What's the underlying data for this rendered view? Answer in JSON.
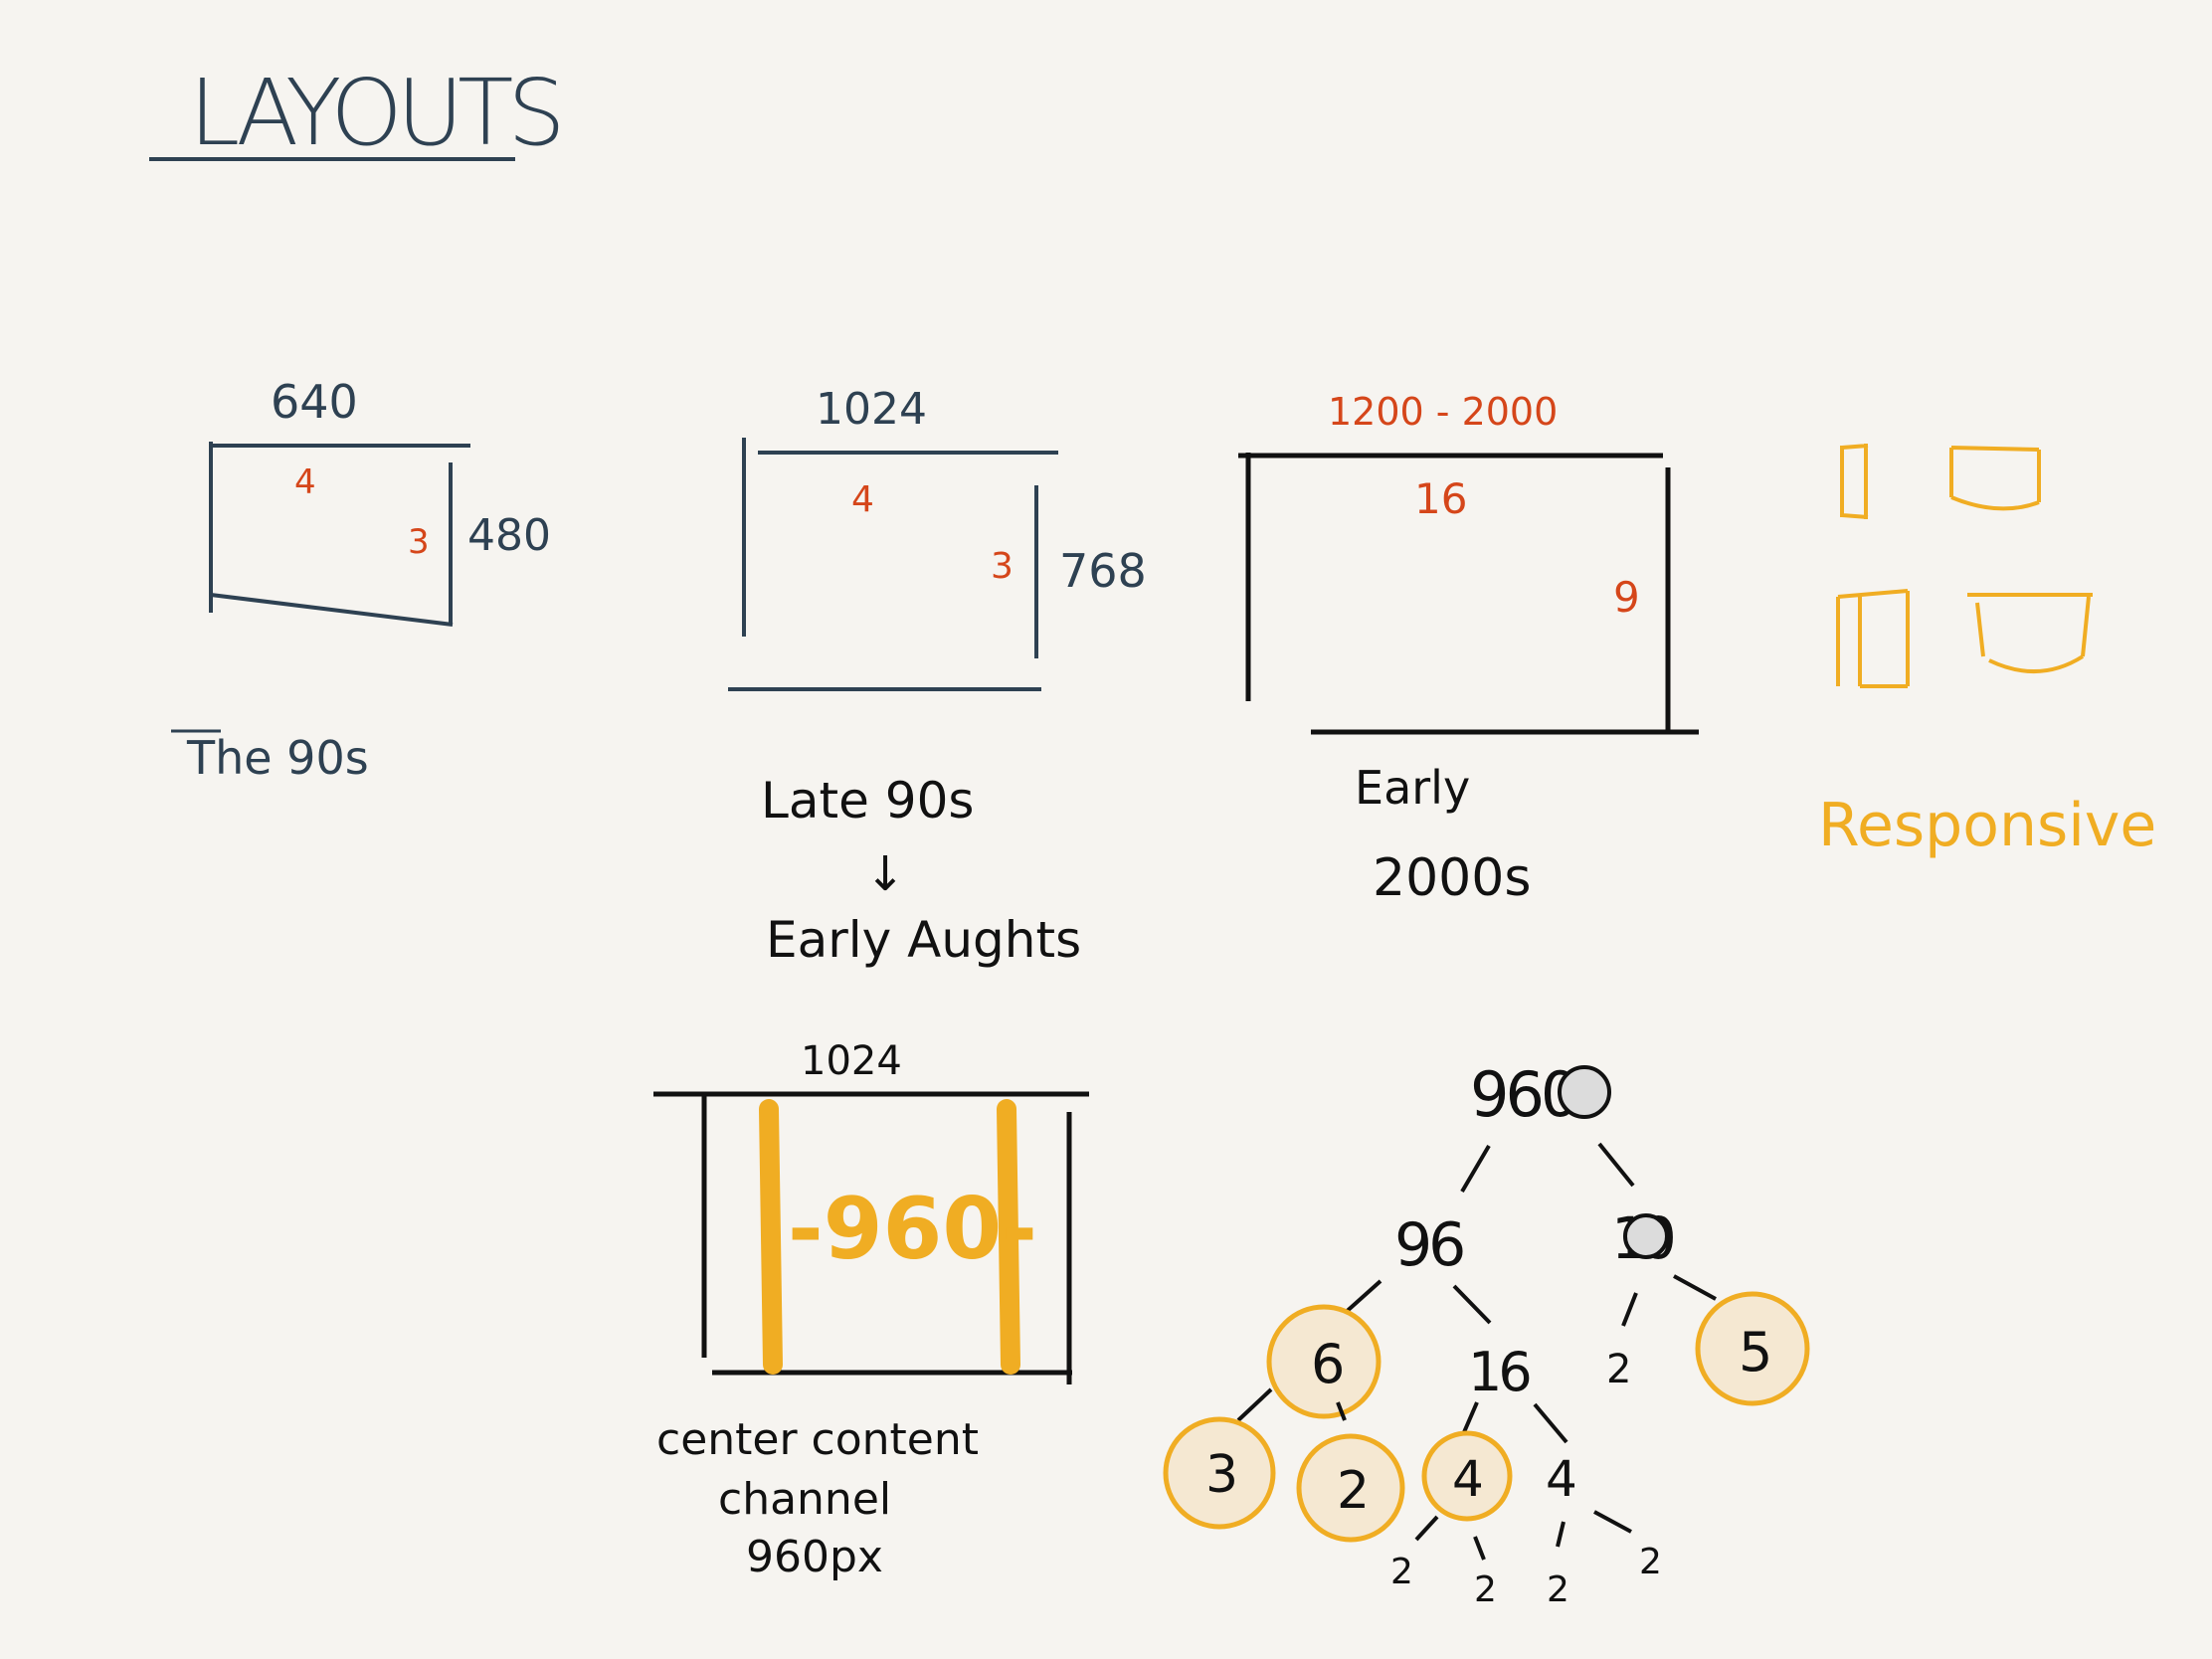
{
  "title": "LAYOUTS",
  "colors": {
    "ink": "#2e4152",
    "red": "#d5461a",
    "black": "#111111",
    "orange": "#f0ad23",
    "node_fill": "#f5e8d2",
    "grey_node": "#dcdcdc"
  },
  "layout_90s": {
    "width": "640",
    "height": "480",
    "ratio_w": "4",
    "ratio_h": "3",
    "caption": "The 90s"
  },
  "layout_late90s": {
    "width": "1024",
    "height": "768",
    "ratio_w": "4",
    "ratio_h": "3",
    "caption_line1": "Late 90s",
    "arrow": "↓",
    "caption_line2": "Early Aughts"
  },
  "layout_2000s": {
    "width": "1200 - 2000",
    "ratio_w": "16",
    "ratio_h": "9",
    "caption_line1": "Early",
    "caption_line2": "2000s"
  },
  "responsive": {
    "caption": "Responsive"
  },
  "layout_960": {
    "width": "1024",
    "channel": "-960-",
    "caption_line1": "center content",
    "caption_line2": "channel",
    "caption_line3": "960px"
  },
  "factor_tree": {
    "root": "960",
    "level1": [
      "96",
      "10"
    ],
    "level2": [
      "6",
      "16",
      "2",
      "5"
    ],
    "level3": [
      "3",
      "2",
      "4",
      "4"
    ],
    "level4": [
      "2",
      "2",
      "2",
      "2"
    ]
  }
}
